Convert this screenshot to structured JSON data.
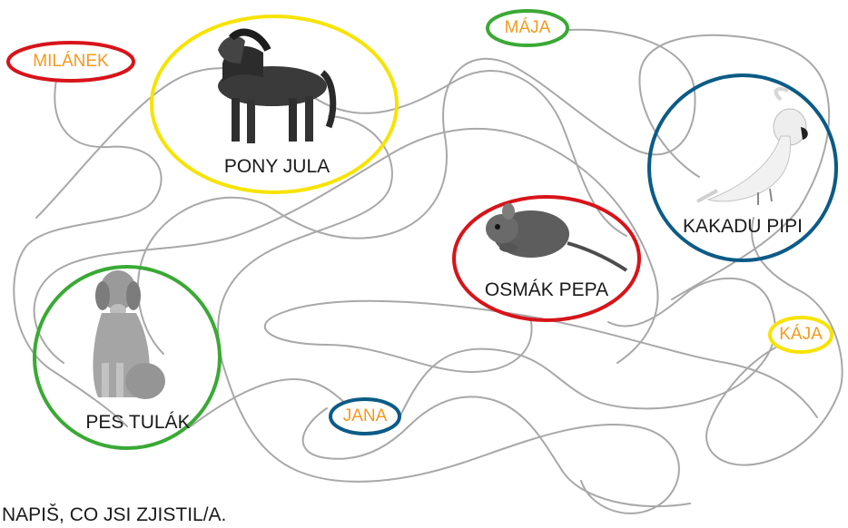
{
  "owners": {
    "milanek": {
      "name": "MILÁNEK",
      "ring_color": "#d7141a"
    },
    "maja": {
      "name": "MÁJA",
      "ring_color": "#3aa935"
    },
    "jana": {
      "name": "JANA",
      "ring_color": "#0b5b86"
    },
    "kaja": {
      "name": "KÁJA",
      "ring_color": "#f7e300"
    }
  },
  "pets": {
    "pony": {
      "name": "PONY JULA",
      "ring_color": "#f7e300",
      "icon": "pony-photo"
    },
    "parrot": {
      "name": "KAKADU PIPI",
      "ring_color": "#0b5b86",
      "icon": "cockatoo-photo"
    },
    "degu": {
      "name": "OSMÁK PEPA",
      "ring_color": "#d7141a",
      "icon": "degu-photo"
    },
    "dog": {
      "name": "PES TULÁK",
      "ring_color": "#3aa935",
      "icon": "golden-retriever-photo"
    }
  },
  "maze_line_color": "#a8a8a8",
  "instruction": "NAPIŠ, CO JSI ZJISTIL/A."
}
